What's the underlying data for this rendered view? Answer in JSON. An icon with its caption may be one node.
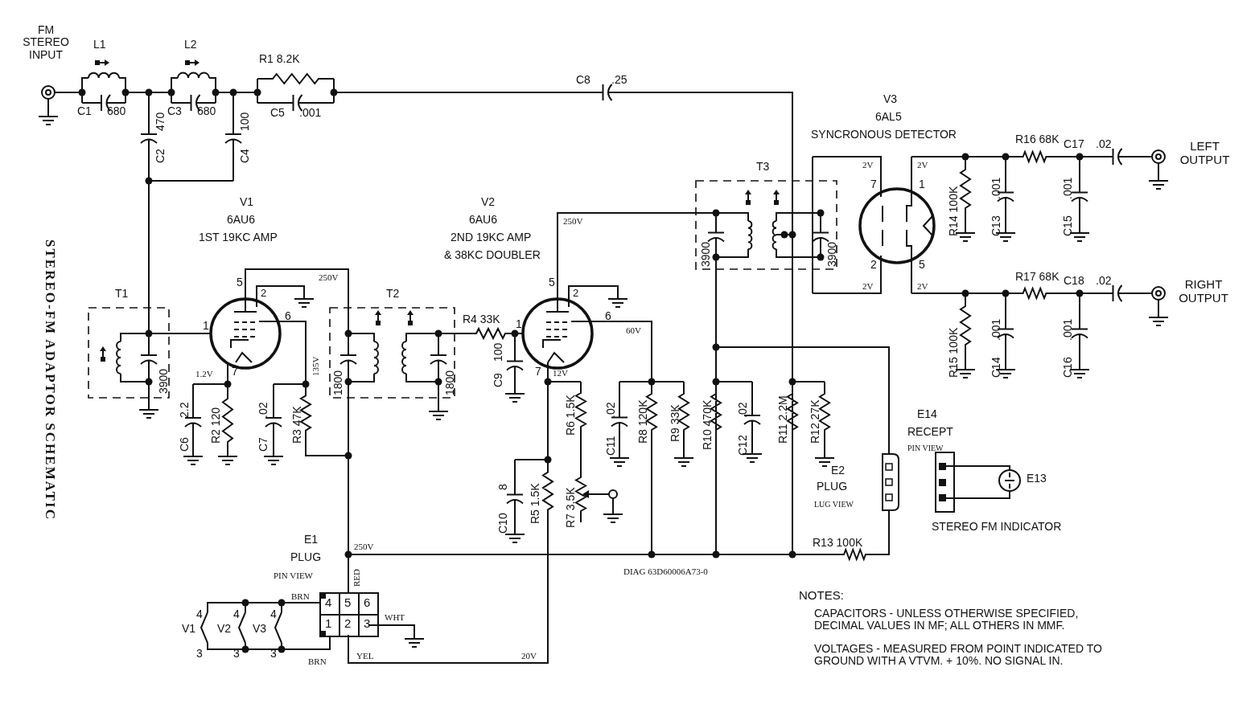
{
  "diagram": {
    "title": "STEREO-FM ADAPTOR SCHEMATIC",
    "labels": [
      "FM STEREO INPUT",
      "L1",
      "L2",
      "R1 8.2K",
      "C1",
      "680",
      "C3",
      "680",
      "C5",
      ".001",
      "C8",
      ".25",
      "470",
      "C2",
      "100",
      "C4",
      "V1",
      "6AU6",
      "1ST 19KC AMP",
      "V2",
      "6AU6",
      "2ND 19KC AMP",
      "& 38KC DOUBLER",
      "V3",
      "6AL5",
      "SYNCRONOUS DETECTOR",
      "T3",
      "T1",
      "T2",
      "250V",
      "5",
      "2",
      "1",
      "6",
      "7",
      "135V",
      "1.2V",
      "3900",
      "1800",
      "1800",
      "R4 33K",
      "100",
      "C9",
      "5",
      "2",
      "1",
      "6",
      "7",
      "250V",
      "60V",
      "12V",
      "2.2",
      "C6",
      "R2 120",
      ".02",
      "C7",
      "R3 47K",
      "R6 1.5K",
      ".02",
      "C11",
      "R8 120K",
      "R9 33K",
      "R10 470K",
      ".02",
      "C12",
      "R11 2.2M",
      "R12 27K",
      "8",
      "C10",
      "R5 1.5K",
      "R7 3.5K",
      "E1",
      "PLUG",
      "PIN VIEW",
      "250V",
      "RED",
      "BRN",
      "4",
      "5",
      "6",
      "1",
      "2",
      "3",
      "WHT",
      "BRN",
      "YEL",
      "20V",
      "4",
      "4",
      "4",
      "V1",
      "V2",
      "V3",
      "3",
      "3",
      "3",
      "DIAG 63D60006A73-0",
      "R13 100K",
      "E2",
      "PLUG",
      "LUG VIEW",
      "E14",
      "RECEPT",
      "PIN VIEW",
      "E13",
      "STEREO FM INDICATOR",
      "2V",
      "7",
      "2",
      "2V",
      "2V",
      "1",
      "5",
      "2V",
      "3900",
      "3900",
      "R14 100K",
      ".001",
      "C13",
      "R16 68K",
      "C17",
      ".02",
      "LEFT OUTPUT",
      ".001",
      "C15",
      "R15 100K",
      ".001",
      "C14",
      ".001",
      "C16",
      "R17 68K",
      "C18",
      ".02",
      "RIGHT OUTPUT",
      "NOTES:",
      "CAPACITORS - UNLESS OTHERWISE SPECIFIED, DECIMAL VALUES IN MF; ALL OTHERS IN MMF.",
      "VOLTAGES - MEASURED FROM POINT INDICATED TO GROUND WITH A VTVM. + 10%. NO SIGNAL IN."
    ]
  }
}
